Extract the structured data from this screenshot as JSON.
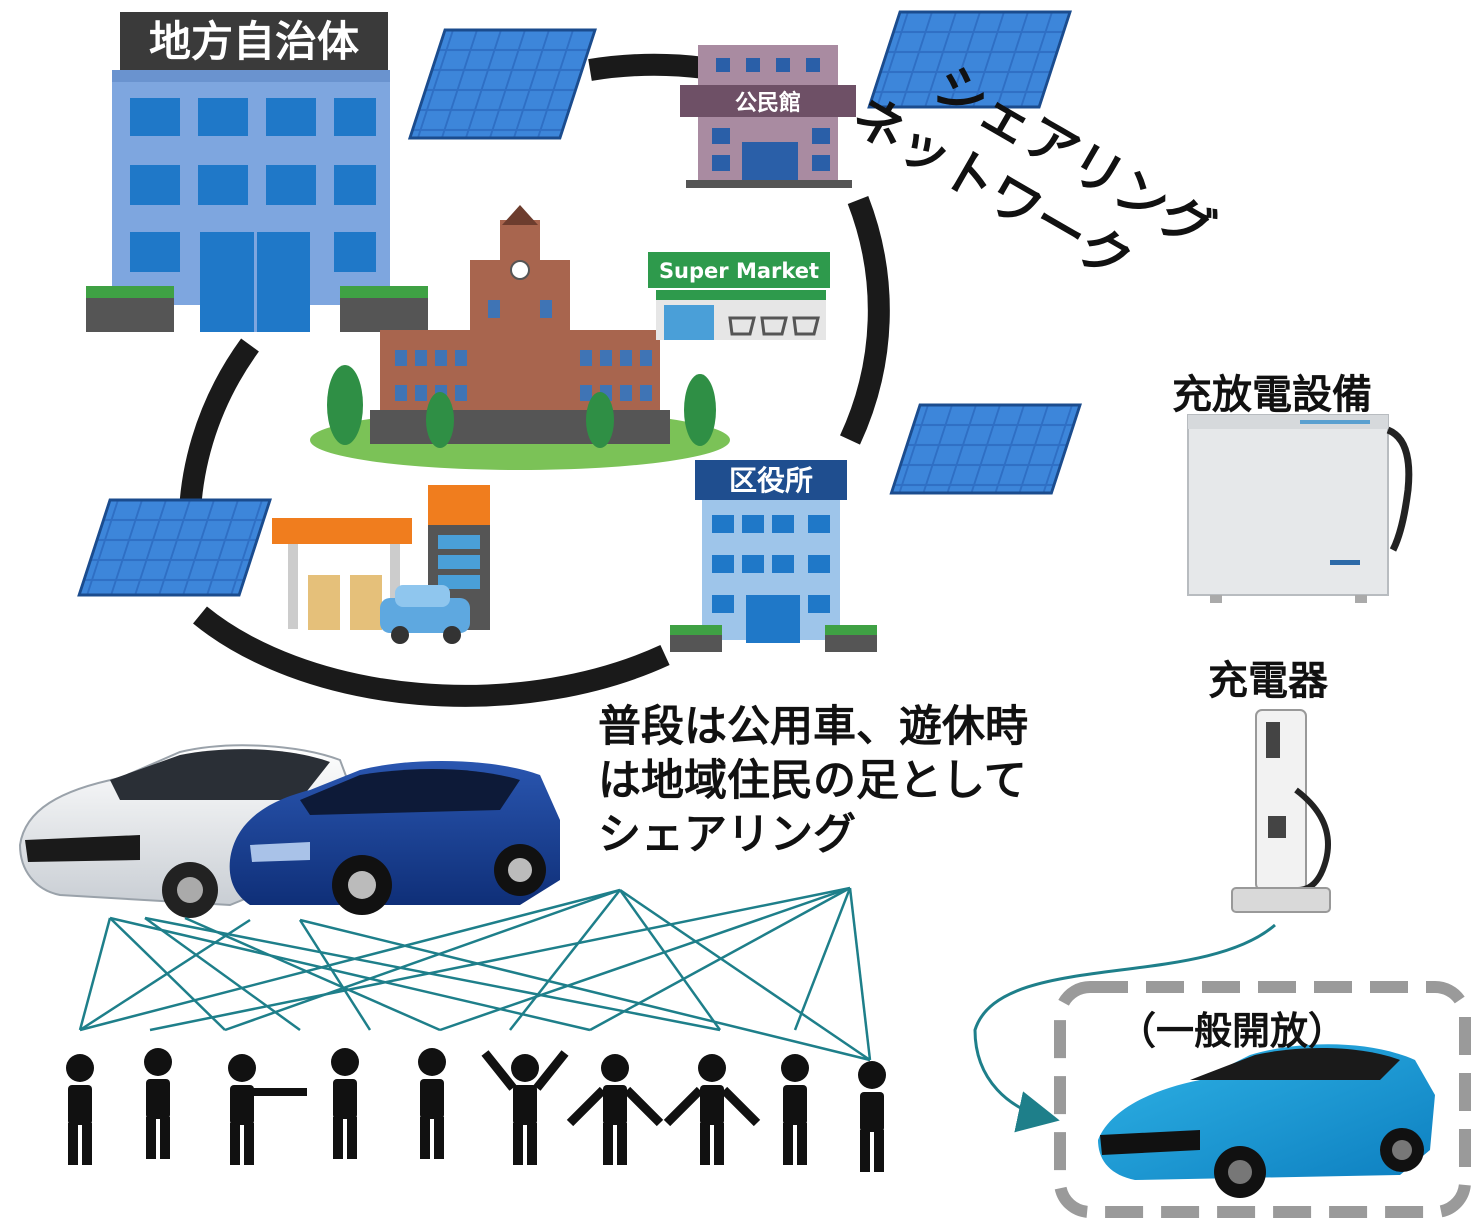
{
  "buildings": {
    "city_hall": "地方自治体",
    "community_hall": "公民館",
    "supermarket": "Super Market",
    "ward_office": "区役所"
  },
  "network_label": [
    "シェアリング",
    "ネットワーク"
  ],
  "equipment": {
    "discharger": "充放電設備",
    "charger": "充電器"
  },
  "caption": [
    "普段は公用車、遊休時",
    "は地域住民の足として",
    "シェアリング"
  ],
  "public_open": "（一般開放）",
  "people_count": 10
}
